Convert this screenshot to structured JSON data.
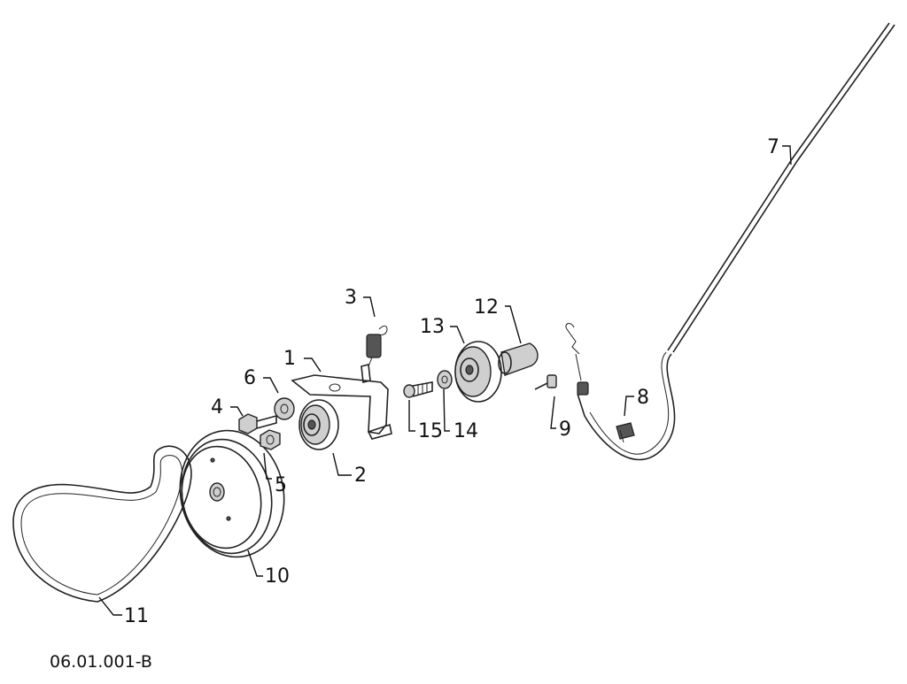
{
  "reference_code": "06.01.001-B",
  "callouts": {
    "c1": "1",
    "c2": "2",
    "c3": "3",
    "c4": "4",
    "c5": "5",
    "c6": "6",
    "c7": "7",
    "c8": "8",
    "c9": "9",
    "c10": "10",
    "c11": "11",
    "c12": "12",
    "c13": "13",
    "c14": "14",
    "c15": "15"
  }
}
